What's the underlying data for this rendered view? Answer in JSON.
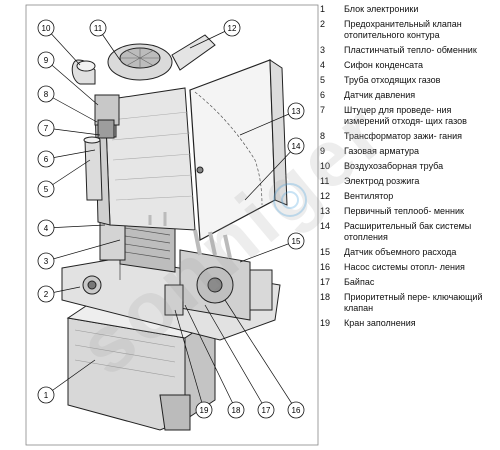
{
  "callouts": [
    "1",
    "2",
    "3",
    "4",
    "5",
    "6",
    "7",
    "8",
    "9",
    "10",
    "11",
    "12",
    "13",
    "14",
    "15",
    "16",
    "17",
    "18",
    "19"
  ],
  "legend": [
    {
      "num": "1",
      "text": "Блок электроники"
    },
    {
      "num": "2",
      "text": "Предохранительный клапан отопительного контура"
    },
    {
      "num": "3",
      "text": "Пластинчатый тепло- обменник"
    },
    {
      "num": "4",
      "text": "Сифон конденсата"
    },
    {
      "num": "5",
      "text": "Труба отходящих газов"
    },
    {
      "num": "6",
      "text": "Датчик давления"
    },
    {
      "num": "7",
      "text": "Штуцер для проведе- ния измерений отходя- щих газов"
    },
    {
      "num": "8",
      "text": "Трансформатор зажи- гания"
    },
    {
      "num": "9",
      "text": "Газовая арматура"
    },
    {
      "num": "10",
      "text": "Воздухозаборная труба"
    },
    {
      "num": "11",
      "text": "Электрод розжига"
    },
    {
      "num": "12",
      "text": "Вентилятор"
    },
    {
      "num": "13",
      "text": "Первичный теплооб- менник"
    },
    {
      "num": "14",
      "text": "Расширительный бак системы отопления"
    },
    {
      "num": "15",
      "text": "Датчик объемного расхода"
    },
    {
      "num": "16",
      "text": "Насос системы отопл- ления"
    },
    {
      "num": "17",
      "text": "Байпас"
    },
    {
      "num": "18",
      "text": "Приоритетный пере- ключающий клапан"
    },
    {
      "num": "19",
      "text": "Кран заполнения"
    }
  ],
  "watermark": "sonniger"
}
